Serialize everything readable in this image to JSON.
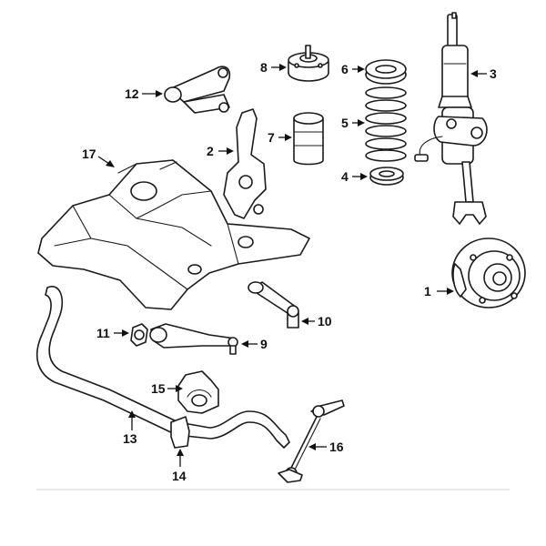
{
  "diagram": {
    "callouts": [
      {
        "id": "c1",
        "label": "1"
      },
      {
        "id": "c2",
        "label": "2"
      },
      {
        "id": "c3",
        "label": "3"
      },
      {
        "id": "c4",
        "label": "4"
      },
      {
        "id": "c5",
        "label": "5"
      },
      {
        "id": "c6",
        "label": "6"
      },
      {
        "id": "c7",
        "label": "7"
      },
      {
        "id": "c8",
        "label": "8"
      },
      {
        "id": "c9",
        "label": "9"
      },
      {
        "id": "c10",
        "label": "10"
      },
      {
        "id": "c11",
        "label": "11"
      },
      {
        "id": "c12",
        "label": "12"
      },
      {
        "id": "c13",
        "label": "13"
      },
      {
        "id": "c14",
        "label": "14"
      },
      {
        "id": "c15",
        "label": "15"
      },
      {
        "id": "c16",
        "label": "16"
      },
      {
        "id": "c17",
        "label": "17"
      }
    ],
    "colors": {
      "ink": "#111111",
      "background": "#ffffff",
      "bottom_rule": "#d4d4d4"
    }
  }
}
